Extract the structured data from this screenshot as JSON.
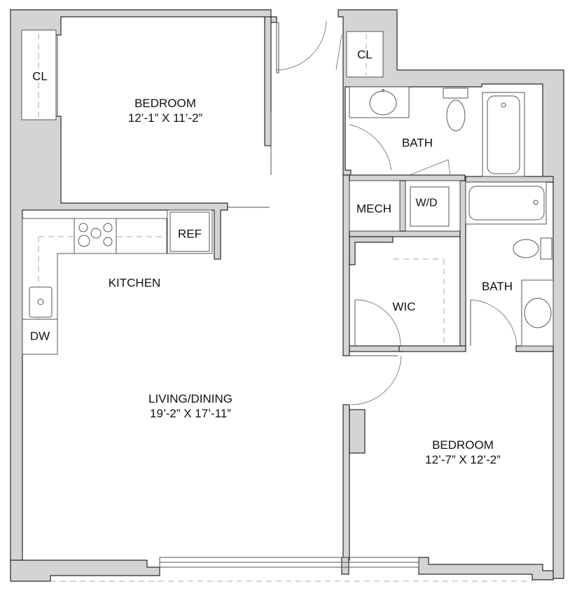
{
  "floorplan": {
    "rooms": [
      {
        "id": "bedroom-1",
        "name": "BEDROOM",
        "dimensions": "12’-1” X 11’-2”"
      },
      {
        "id": "living-dining",
        "name": "LIVING/DINING",
        "dimensions": "19’-2” X 17’-11”"
      },
      {
        "id": "kitchen",
        "name": "KITCHEN"
      },
      {
        "id": "bedroom-2",
        "name": "BEDROOM",
        "dimensions": "12’-7” X 12’-2”"
      },
      {
        "id": "bath-1",
        "name": "BATH"
      },
      {
        "id": "bath-2",
        "name": "BATH"
      },
      {
        "id": "wic",
        "name": "WIC"
      },
      {
        "id": "mech",
        "name": "MECH"
      },
      {
        "id": "wd",
        "name": "W/D"
      },
      {
        "id": "closet-1",
        "name": "CL"
      },
      {
        "id": "closet-2",
        "name": "CL"
      }
    ],
    "fixtures": {
      "ref": "REF",
      "dw": "DW"
    },
    "colors": {
      "wall_fill": "#d4d4d4",
      "wall_stroke": "#2a2a2a",
      "background": "#ffffff"
    }
  }
}
